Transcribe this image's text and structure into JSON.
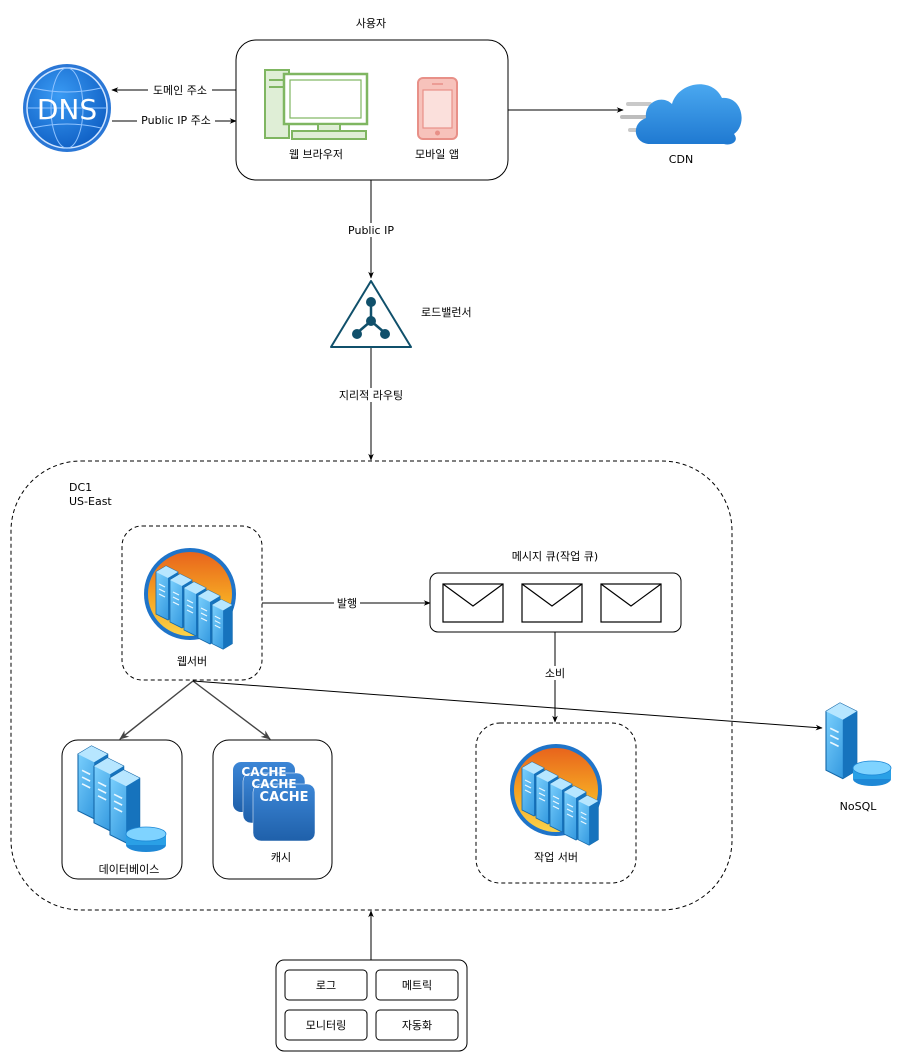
{
  "user": {
    "title": "사용자",
    "web_browser": "웹 브라우저",
    "mobile_app": "모바일 앱"
  },
  "dns": {
    "label": "DNS",
    "domain_edge": "도메인 주소",
    "public_ip_edge": "Public IP 주소"
  },
  "cdn": {
    "label": "CDN"
  },
  "public_ip_edge": "Public IP",
  "load_balancer": {
    "label": "로드밸런서"
  },
  "geo_routing_edge": "지리적 라우팅",
  "datacenter": {
    "line1": "DC1",
    "line2": "US-East"
  },
  "web_server": {
    "label": "웹서버"
  },
  "publish_edge": "발행",
  "message_queue": {
    "label": "메시지 큐(작업 큐)"
  },
  "consume_edge": "소비",
  "worker": {
    "label": "작업 서버"
  },
  "database": {
    "label": "데이터베이스"
  },
  "cache": {
    "label": "캐시",
    "icon_text": "CACHE"
  },
  "nosql": {
    "label": "NoSQL"
  },
  "tools": {
    "logs": "로그",
    "metrics": "메트릭",
    "monitoring": "모니터링",
    "automation": "자동화"
  },
  "colors": {
    "dns_blue": "#1e6fd9",
    "cdn_blue": "#2f8fe0",
    "browser_green": "#7fb661",
    "mobile_pink": "#f0a8a0",
    "lb_navy": "#10506b",
    "server_orange": "#f39c12",
    "server_blue": "#2aa0e6",
    "cache_blue": "#2b73c2"
  }
}
